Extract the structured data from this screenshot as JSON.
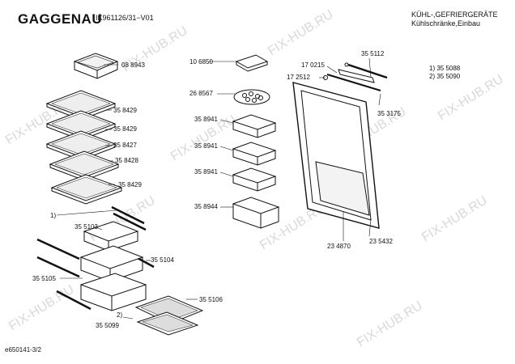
{
  "header": {
    "brand": "GAGGENAU",
    "model": "IK961126/31−V01",
    "category_line1": "KÜHL-,GEFRIERGERÄTE",
    "category_line2": "Kühlschränke,Einbau"
  },
  "watermark": "FIX-HUB.RU",
  "notes": [
    "1)  35 5088",
    "2)  35 5090"
  ],
  "parts": [
    "08 8943",
    "35 8429",
    "35 8429",
    "35 8427",
    "35 8428",
    "35 8429",
    "10 6850",
    "26 8567",
    "35 8941",
    "35 8941",
    "35 8941",
    "35 8944",
    "17 0215",
    "17 2512",
    "35 5112",
    "35 3175",
    "23 4870",
    "23 5432",
    "35 5103",
    "35 5104",
    "35 5105",
    "35 5099",
    "35 5106"
  ],
  "refs": [
    "1)",
    "2)"
  ],
  "footer": "e650141-3/2"
}
